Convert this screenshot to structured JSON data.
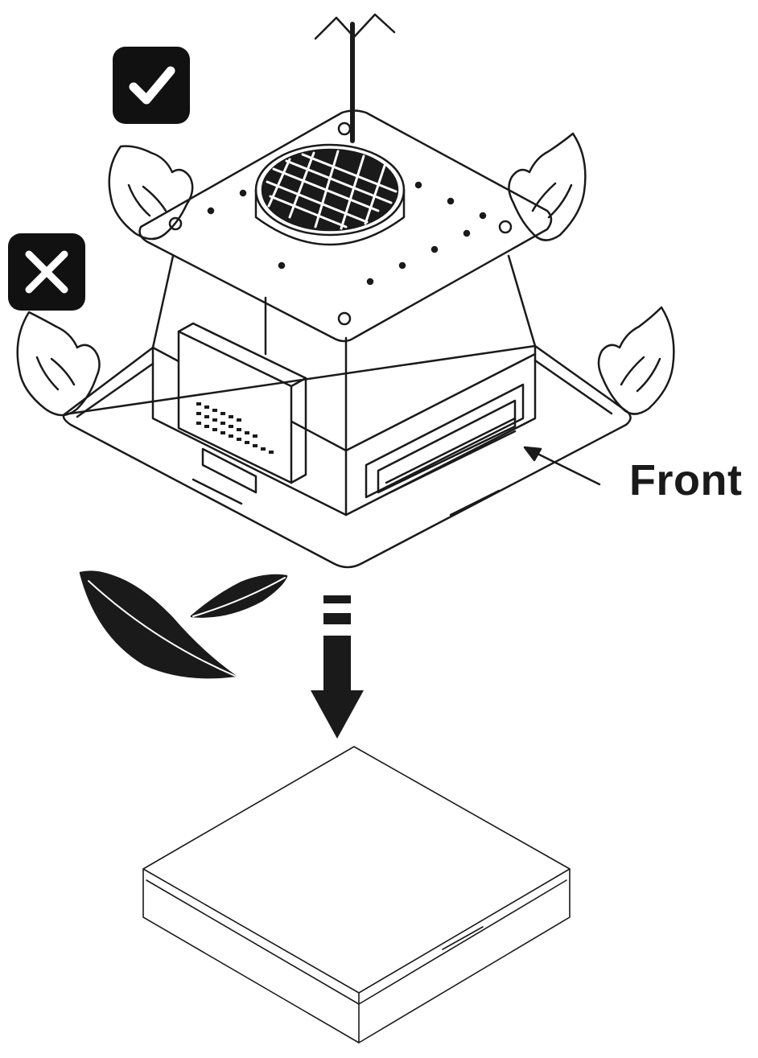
{
  "labels": {
    "front": "Front"
  },
  "badges": {
    "correct": {
      "icon": "checkmark-icon",
      "meaning": "correct"
    },
    "incorrect": {
      "icon": "cross-icon",
      "meaning": "incorrect"
    }
  },
  "colors": {
    "ink": "#1a1a1a",
    "badge": "#111111",
    "paper": "#ffffff"
  }
}
